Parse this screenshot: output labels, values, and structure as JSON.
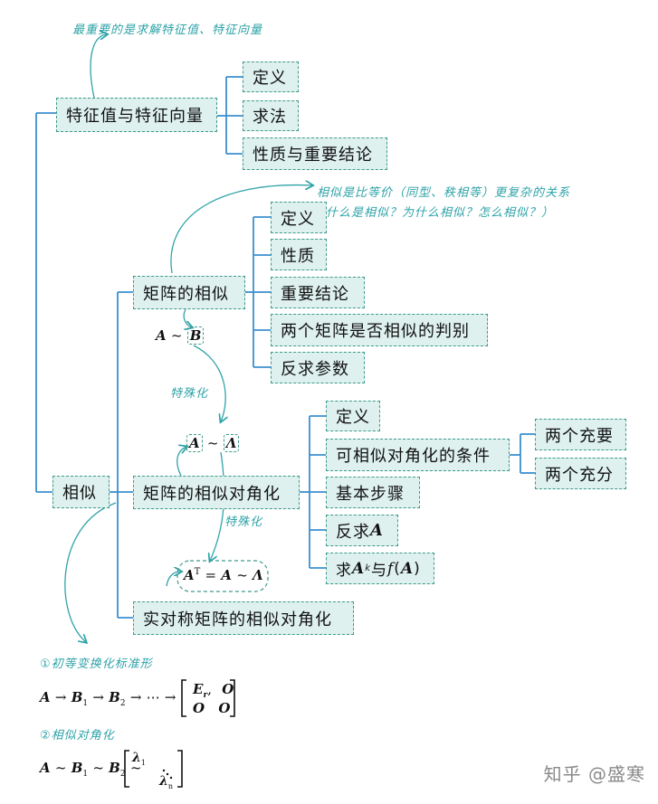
{
  "notes": {
    "top": "最重要的是求解特征值、特征向量",
    "similar_line1": "相似是比等价（同型、秩相等）更复杂的关系",
    "similar_line2": "（什么是相似？为什么相似？怎么相似？）",
    "special1": "特殊化",
    "special2": "特殊化",
    "std_form": "①初等变换化标准形",
    "sim_diag": "②相似对角化"
  },
  "nodes": {
    "eigen": "特征值与特征向量",
    "eigen_def": "定义",
    "eigen_solve": "求法",
    "eigen_props": "性质与重要结论",
    "similar": "相似",
    "matsim": "矩阵的相似",
    "ms_def": "定义",
    "ms_props": "性质",
    "ms_conc": "重要结论",
    "ms_judge": "两个矩阵是否相似的判别",
    "ms_inverse": "反求参数",
    "diag": "矩阵的相似对角化",
    "d_def": "定义",
    "d_cond": "可相似对角化的条件",
    "d_nec": "两个充要",
    "d_suf": "两个充分",
    "d_steps": "基本步骤",
    "d_invA_prefix": "反求",
    "d_invA_var": "A",
    "d_pow_prefix": "求",
    "d_pow_mid": "与",
    "realsym": "实对称矩阵的相似对角化"
  },
  "math": {
    "A": "A",
    "B": "B",
    "Lambda": "Λ",
    "sim": "~",
    "eq": "=",
    "T": "T",
    "k": "k",
    "f": "f",
    "B1": "B",
    "B2": "B",
    "sub1": "1",
    "sub2": "2",
    "arrow": "→",
    "dots": "⋯",
    "Er": "E",
    "r": "r",
    "O": "O",
    "lam": "λ",
    "n": "n",
    "lpar": "(",
    "rpar": ")"
  },
  "watermark": "知乎 @盛寒",
  "colors": {
    "line": "#3b8fcf",
    "note": "#2fa3a8",
    "box_fill": "#def1ef",
    "box_border": "#3d9a8a"
  }
}
